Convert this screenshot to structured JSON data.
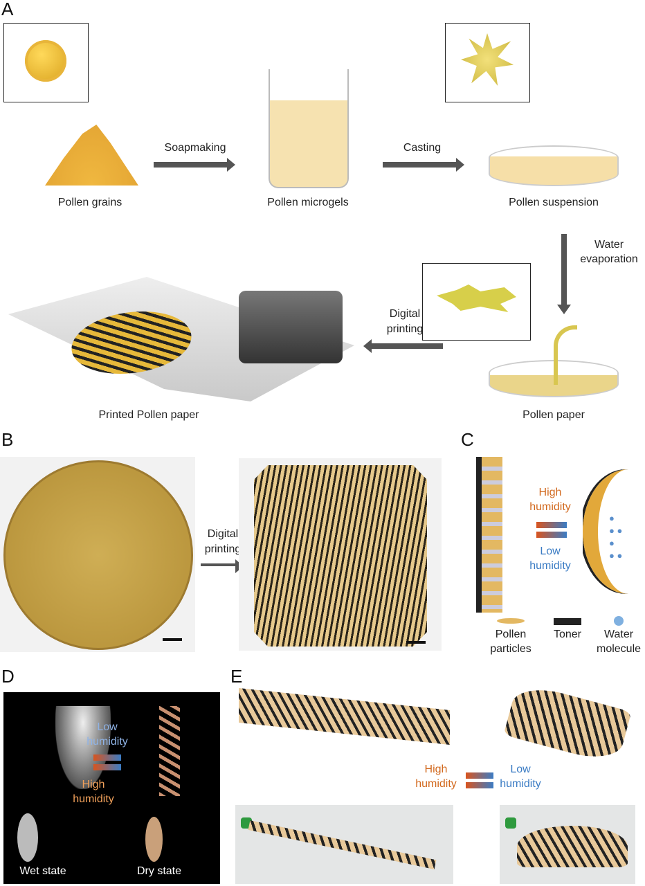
{
  "panels": {
    "a": "A",
    "b": "B",
    "c": "C",
    "d": "D",
    "e": "E"
  },
  "panel_a": {
    "pollen_grains": "Pollen grains",
    "soapmaking": "Soapmaking",
    "pollen_microgels": "Pollen microgels",
    "casting": "Casting",
    "pollen_suspension": "Pollen suspension",
    "water_evaporation_1": "Water",
    "water_evaporation_2": "evaporation",
    "pollen_paper": "Pollen paper",
    "digital_printing_1": "Digital",
    "digital_printing_2": "printing",
    "printed_pollen_paper": "Printed Pollen paper"
  },
  "panel_b": {
    "digital_printing_1": "Digital",
    "digital_printing_2": "printing"
  },
  "panel_c": {
    "high_1": "High",
    "high_2": "humidity",
    "low_1": "Low",
    "low_2": "humidity",
    "legend": [
      {
        "l1": "Pollen",
        "l2": "particles"
      },
      {
        "l1": "Toner",
        "l2": ""
      },
      {
        "l1": "Water",
        "l2": "molecule"
      }
    ]
  },
  "panel_d": {
    "low_1": "Low",
    "low_2": "humidity",
    "high_1": "High",
    "high_2": "humidity",
    "wet": "Wet state",
    "dry": "Dry state"
  },
  "panel_e": {
    "high_1": "High",
    "high_2": "humidity",
    "low_1": "Low",
    "low_2": "humidity"
  },
  "colors": {
    "high": "#d2691e",
    "low": "#3b7cc4",
    "pollen": "#e8b84a"
  }
}
